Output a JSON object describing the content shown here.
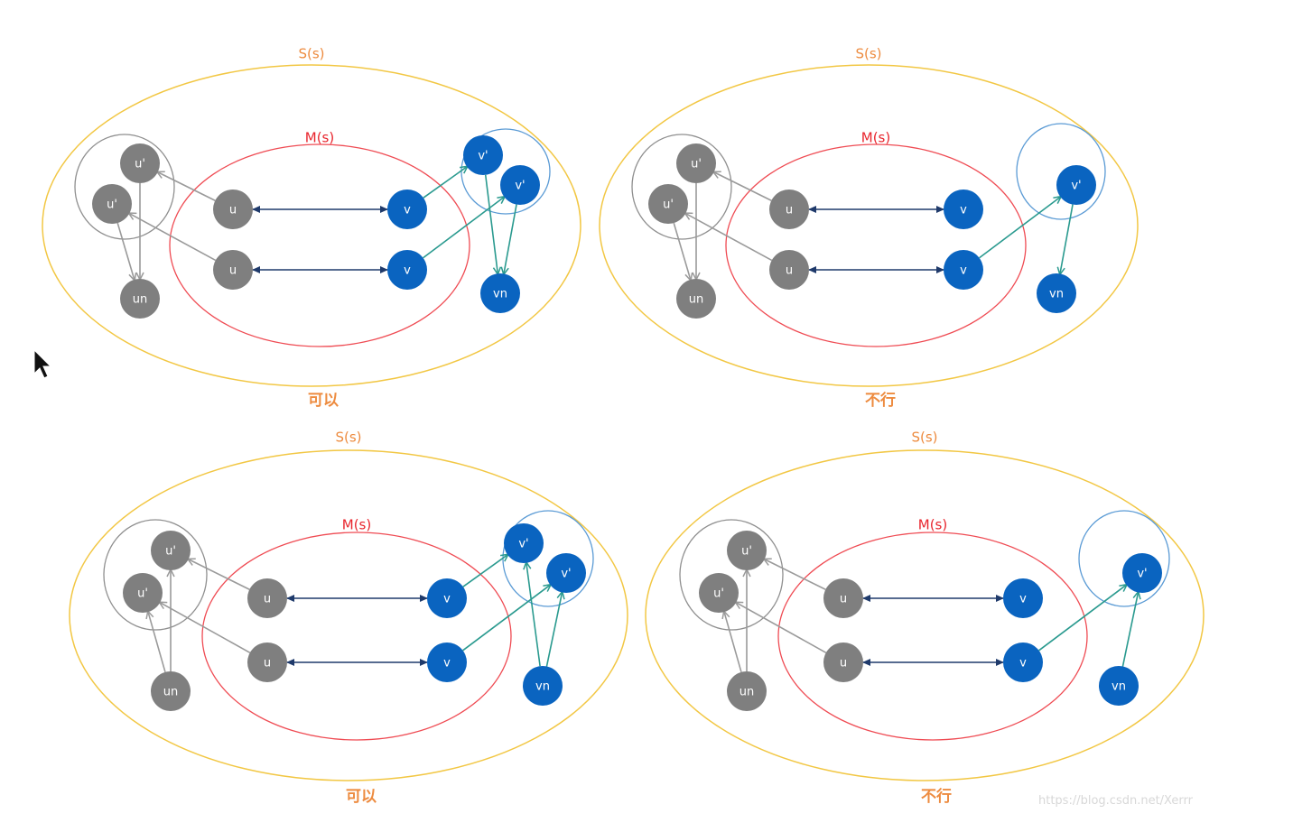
{
  "labels": {
    "s": "S(s)",
    "m": "M(s)",
    "u_prime": "u'",
    "v_prime": "v'",
    "u": "u",
    "v": "v",
    "un": "un",
    "vn": "vn"
  },
  "panels": [
    {
      "caption": "可以"
    },
    {
      "caption": "不行"
    },
    {
      "caption": "可以"
    },
    {
      "caption": "不行"
    }
  ],
  "watermark": "https://blog.csdn.net/Xerrr",
  "colors": {
    "s_ellipse": "#f2c744",
    "m_ellipse": "#ef4b53",
    "gray_node": "#7f7f7f",
    "blue_node": "#0a64c0",
    "gray_arrow": "#9a9a9a",
    "dark_arrow": "#1f3a6b",
    "teal_arrow": "#2a9a8f",
    "group_gray": "#8f8f8f",
    "group_blue": "#5b9bd5"
  },
  "icons": [
    "mouse-cursor-icon"
  ]
}
